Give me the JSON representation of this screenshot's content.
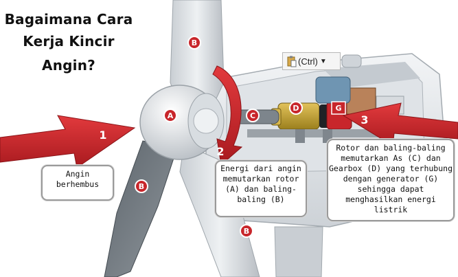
{
  "title": {
    "line1": "Bagaimana Cara",
    "line2": "Kerja Kincir",
    "line3": "Angin?"
  },
  "step_numbers": {
    "step1": "1",
    "step2": "2",
    "step3": "3"
  },
  "part_labels": {
    "rotor": "A",
    "blade": "B",
    "shaft": "C",
    "gearbox": "D",
    "generator": "G"
  },
  "captions": {
    "step1": "Angin\nberhembus",
    "step2": "Energi dari angin\nmemutarkan rotor\n(A) dan baling-\nbaling (B)",
    "step3": "Rotor dan baling-baling\nmemutarkan As (C) dan\nGearbox (D) yang terhubung\ndengan generator (G)\nsehingga dapat\nmenghasilkan energi listrik"
  },
  "paste_popup": {
    "label": "(Ctrl)",
    "icon": "clipboard-icon",
    "chevron": "chevron-down-icon"
  },
  "colors": {
    "arrow_red": "#c8262b",
    "turbine_white": "#e9ecef",
    "box_border": "#9a9a9a"
  }
}
